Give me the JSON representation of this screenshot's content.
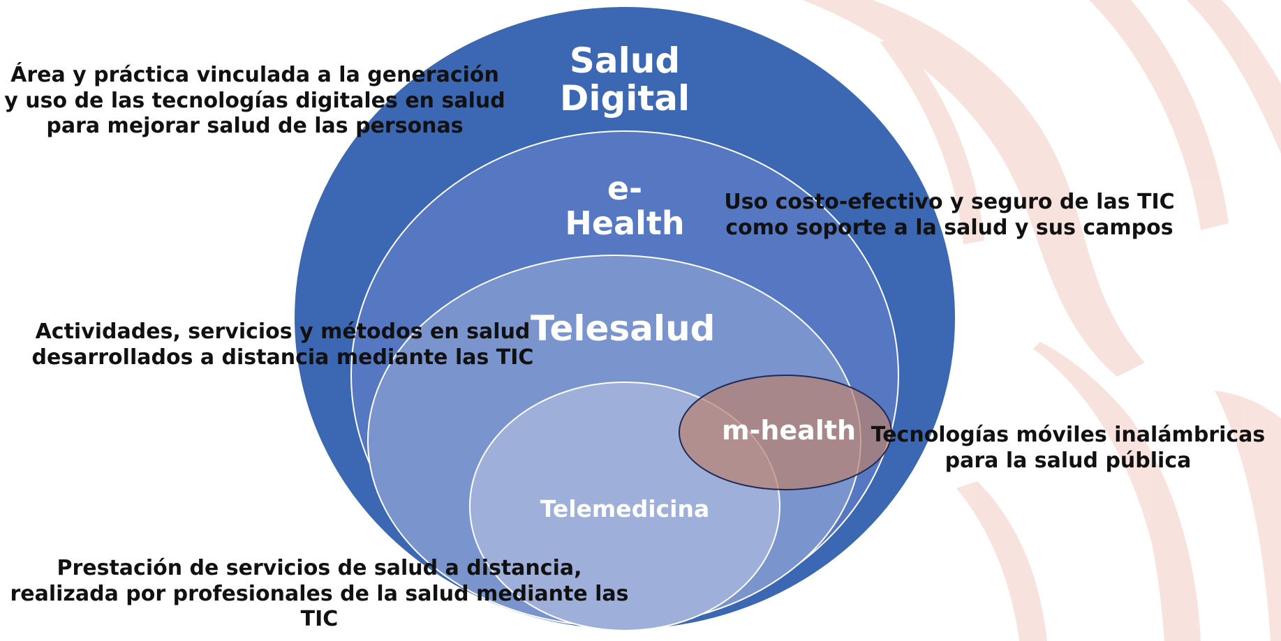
{
  "rings": {
    "salud_digital": "Salud Digital",
    "ehealth_line1": "e-",
    "ehealth_line2": "Health",
    "telesalud": "Telesalud",
    "telemedicina": "Telemedicina",
    "mhealth": "m-health"
  },
  "descriptions": {
    "salud_digital": "Área y práctica vinculada a la generación y uso de las tecnologías digitales en salud para mejorar salud de las personas",
    "ehealth": "Uso costo-efectivo y seguro de las TIC como soporte a la salud y sus campos",
    "telesalud": "Actividades, servicios y métodos en salud desarrollados a distancia mediante las TIC",
    "mhealth": "Tecnologías móviles inalámbricas para la salud pública",
    "telemedicina": "Prestación de servicios de salud a distancia, realizada por profesionales de la salud mediante las TIC"
  },
  "colors": {
    "salud_digital": "#3C67B2",
    "ehealth": "#5677C1",
    "telesalud": "#7A94CD",
    "telemedicina": "#9EAFD9",
    "mhealth": "#9B7A80",
    "background_motif": "#F6D9D3"
  }
}
